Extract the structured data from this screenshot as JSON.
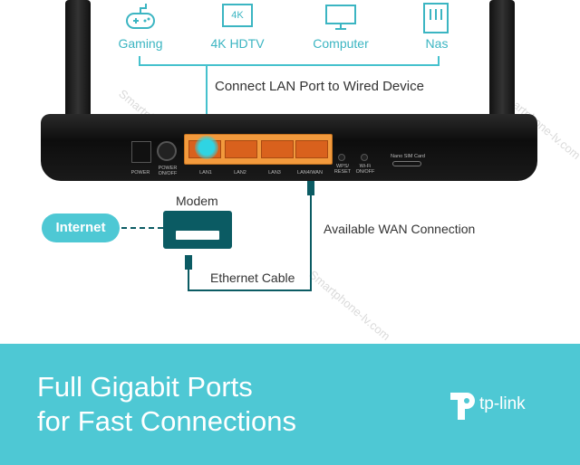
{
  "devices": [
    {
      "label": "Gaming",
      "icon": "gamepad-icon"
    },
    {
      "label": "4K HDTV",
      "icon": "tv-4k-icon",
      "badge": "4K"
    },
    {
      "label": "Computer",
      "icon": "monitor-icon"
    },
    {
      "label": "Nas",
      "icon": "nas-icon"
    }
  ],
  "connect_lan_text": "Connect LAN Port to Wired Device",
  "router": {
    "ports": [
      "POWER",
      "POWER ON/OFF",
      "LAN1",
      "LAN2",
      "LAN3",
      "LAN4/WAN",
      "WPS/ RESET",
      "Wi-Fi ON/OFF"
    ],
    "sim_label": "Nano SIM Card"
  },
  "internet_label": "Internet",
  "modem_label": "Modem",
  "wan_text": "Available WAN Connection",
  "cable_text": "Ethernet Cable",
  "headline": [
    "Full Gigabit Ports",
    "for Fast Connections"
  ],
  "brand": "tp-link",
  "watermark": "Smartphone-lv.com",
  "colors": {
    "accent": "#45c1cd",
    "banner": "#4ec8d4",
    "port": "#f29a3d"
  }
}
